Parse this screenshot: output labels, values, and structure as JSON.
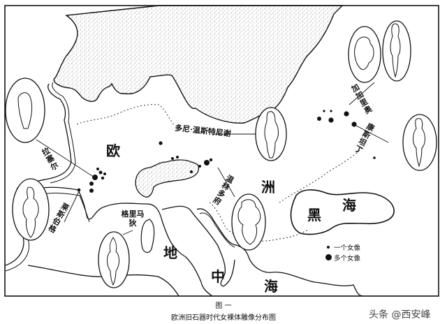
{
  "figure": {
    "number_label": "图  一",
    "title": "欧洲旧石器时代女裸体雕像分布图"
  },
  "map": {
    "regions": {
      "europe_1": "欧",
      "europe_2": "洲",
      "black_sea_1": "黑",
      "black_sea_2": "海",
      "mediterranean_1": "地",
      "mediterranean_2": "中",
      "mediterranean_3": "海"
    },
    "sites": [
      {
        "name": "拉塞尔",
        "orientation": "diagonal"
      },
      {
        "name": "莱斯伯格",
        "orientation": "diagonal"
      },
      {
        "name": "格里马狄",
        "orientation": "horizontal"
      },
      {
        "name": "多尼·温斯特尼谢",
        "orientation": "horizontal"
      },
      {
        "name": "温林多府",
        "orientation": "diagonal"
      },
      {
        "name": "加加里奥",
        "orientation": "diagonal"
      },
      {
        "name": "康斯坦丁",
        "orientation": "diagonal"
      }
    ],
    "legend": [
      {
        "symbol": "small-dot",
        "label": "一个女像"
      },
      {
        "symbol": "large-dot",
        "label": "多个女像"
      }
    ],
    "colors": {
      "ink": "#111111",
      "paper": "#ffffff",
      "ice_stipple": "#555555"
    }
  },
  "watermark": "头条 @西安峰"
}
